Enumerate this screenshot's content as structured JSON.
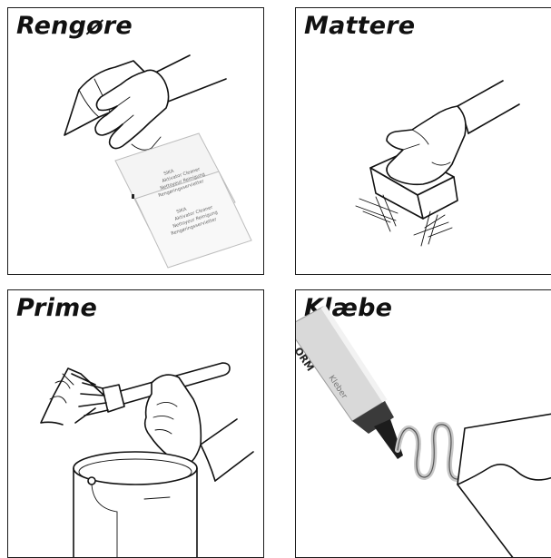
{
  "panels": [
    {
      "title": "Rengøre"
    },
    {
      "title": "Mattere"
    },
    {
      "title": "Prime"
    },
    {
      "title": "Klæbe"
    }
  ],
  "icons": [
    "hand-wiping-cloth",
    "wipe-sachets",
    "hand-sanding-block",
    "hand-brush-primer-can",
    "adhesive-tube"
  ]
}
